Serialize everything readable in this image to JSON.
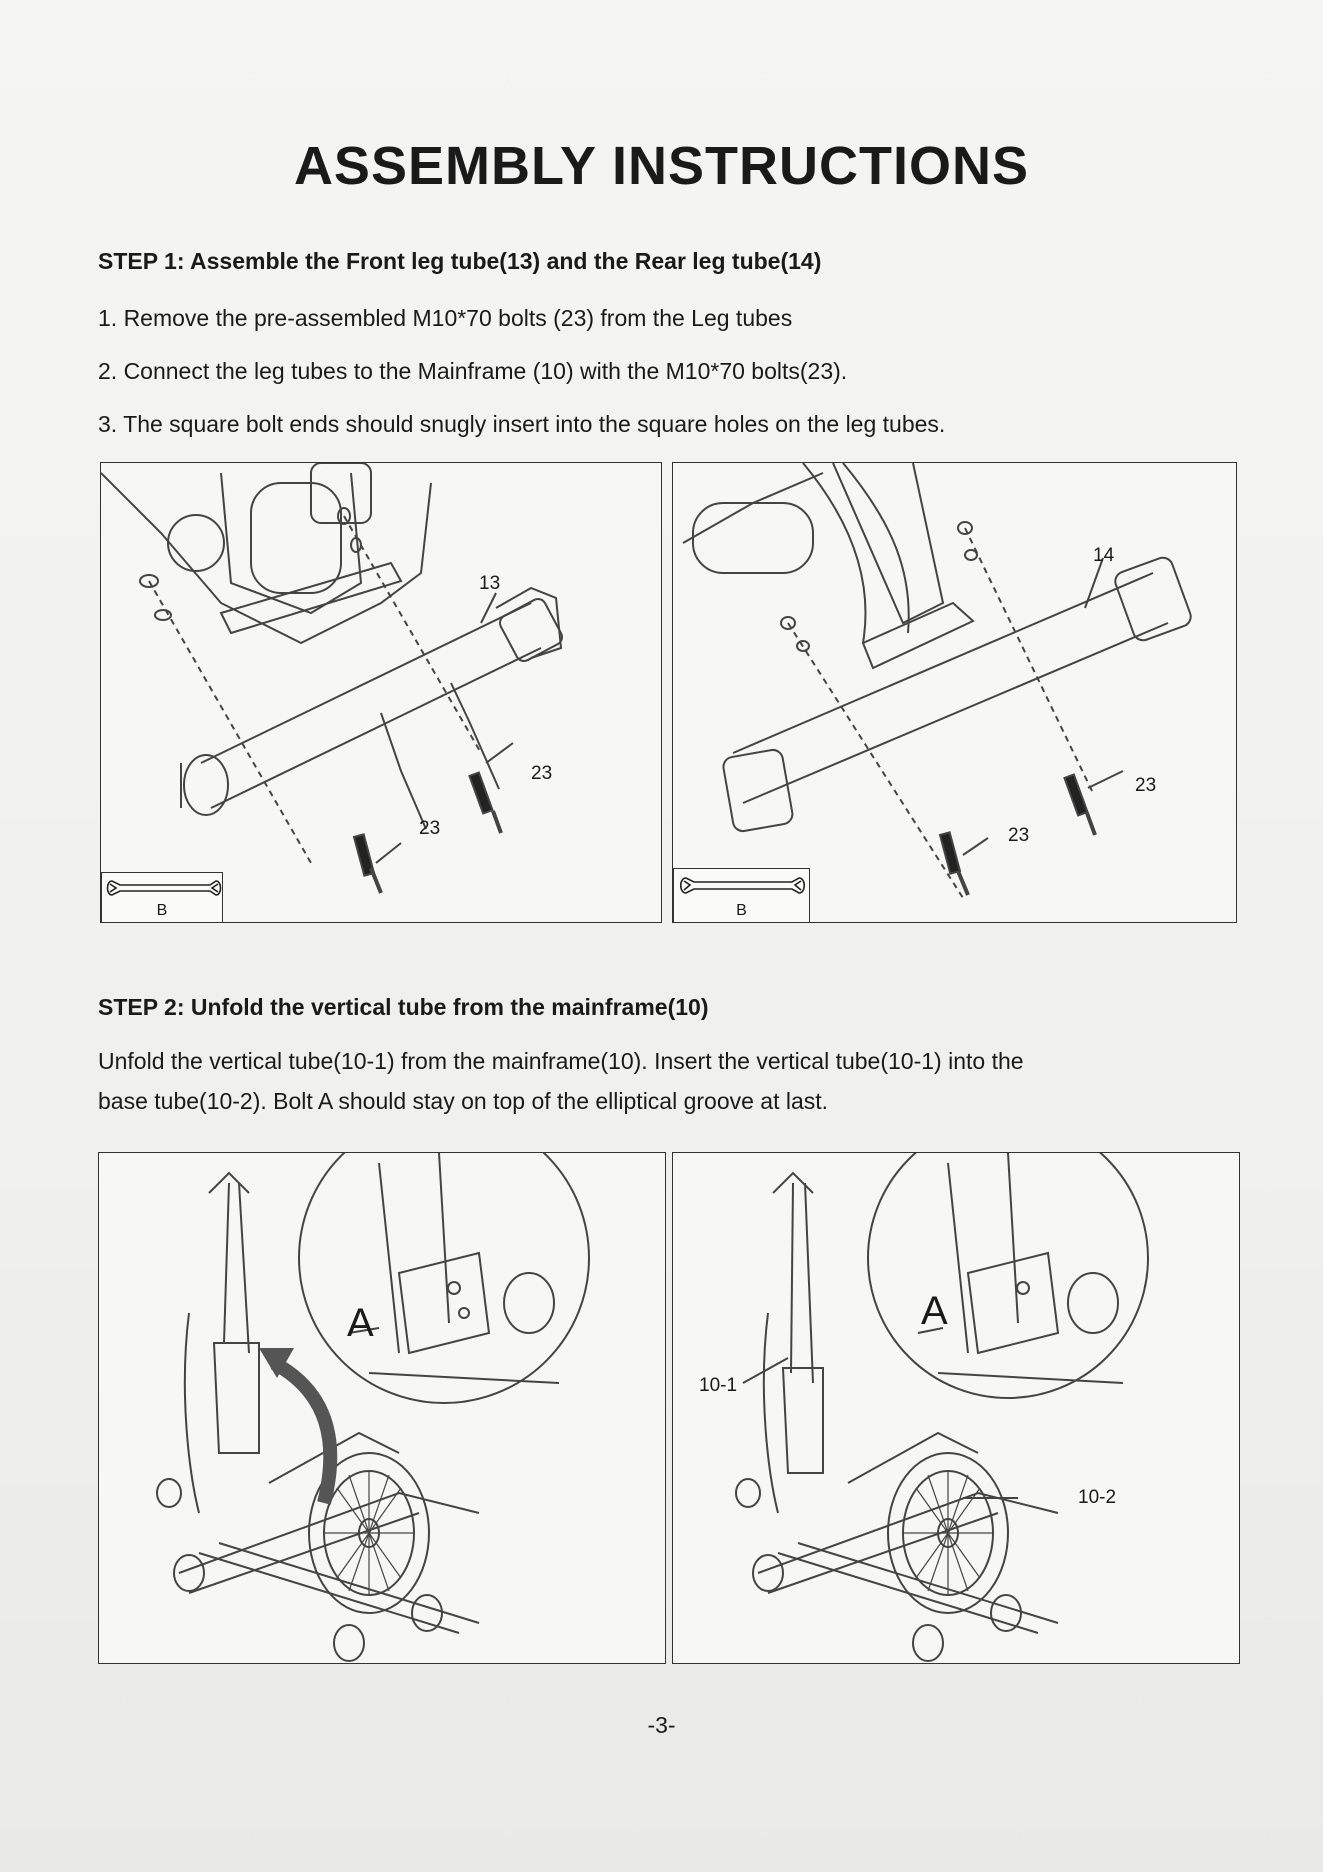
{
  "title": "ASSEMBLY INSTRUCTIONS",
  "step1": {
    "heading": "STEP 1: Assemble the Front leg tube(13) and the Rear leg tube(14)",
    "lines": [
      "1. Remove the pre-assembled M10*70 bolts (23) from the Leg tubes",
      "2. Connect the leg tubes to the Mainframe (10) with the M10*70 bolts(23).",
      "3. The square bolt ends should snugly insert into the square holes on the leg tubes."
    ],
    "figure_left": {
      "part_label": "13",
      "bolt_label_a": "23",
      "bolt_label_b": "23",
      "tool_label": "B"
    },
    "figure_right": {
      "part_label": "14",
      "bolt_label_a": "23",
      "bolt_label_b": "23",
      "tool_label": "B"
    }
  },
  "step2": {
    "heading": "STEP 2: Unfold the vertical tube from the mainframe(10)",
    "lines": [
      "Unfold the vertical tube(10-1) from the mainframe(10). Insert the vertical tube(10-1) into the",
      "base tube(10-2). Bolt A should stay on top of the elliptical groove at last."
    ],
    "figure_left": {
      "bolt_label": "A"
    },
    "figure_right": {
      "bolt_label": "A",
      "vertical_label": "10-1",
      "base_label": "10-2"
    }
  },
  "page_number": "-3-"
}
